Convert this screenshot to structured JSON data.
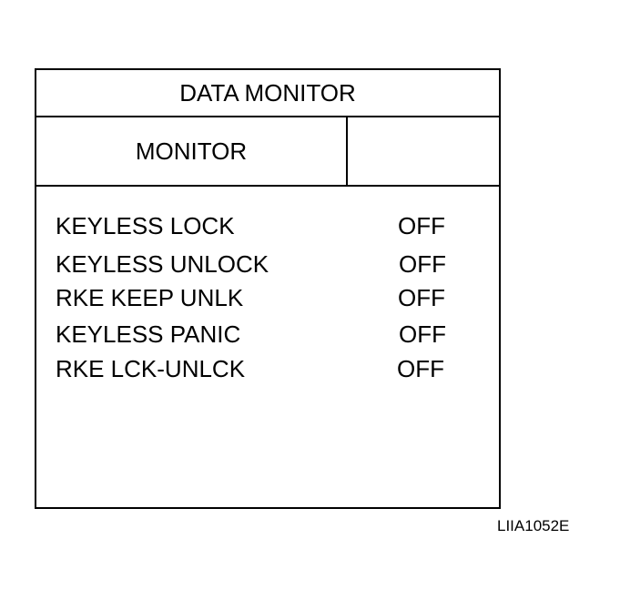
{
  "title": "DATA MONITOR",
  "header": {
    "monitor_label": "MONITOR",
    "value_label": ""
  },
  "rows": [
    {
      "label": "KEYLESS LOCK",
      "value": "OFF"
    },
    {
      "label": "KEYLESS UNLOCK",
      "value": "OFF"
    },
    {
      "label": "RKE KEEP UNLK",
      "value": "OFF"
    },
    {
      "label": "KEYLESS PANIC",
      "value": "OFF"
    },
    {
      "label": "RKE LCK-UNLCK",
      "value": "OFF"
    }
  ],
  "figure_code": "LIIA1052E"
}
